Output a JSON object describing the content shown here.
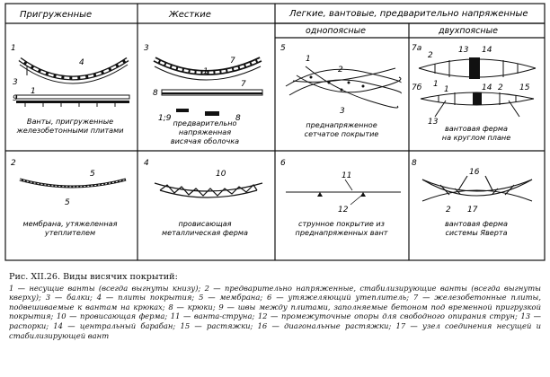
{
  "headers": {
    "col1": "Пригруженные",
    "col2": "Жесткие",
    "col3": "Легкие, вантовые, предварительно напряженные",
    "col3a": "однопоясные",
    "col3b": "двухпоясные"
  },
  "panels": [
    {
      "num": "1",
      "caption_lines": [
        "Ванты, пригруженные",
        "железобетонными плитами"
      ],
      "labels": [
        "4",
        "3",
        "1",
        "9"
      ]
    },
    {
      "num": "3",
      "caption_lines": [
        "предварительно",
        "напряженная",
        "висячая оболочка"
      ],
      "labels": [
        "1",
        "7",
        "8",
        "1;9",
        "7",
        "8"
      ]
    },
    {
      "num": "5",
      "caption_lines": [
        "преднапряженное",
        "сетчатое покрытие"
      ],
      "labels": [
        "1",
        "2",
        "3"
      ]
    },
    {
      "num": "7a",
      "caption_lines": [
        "вантовая ферма",
        "на круглом плане"
      ],
      "labels": [
        "2",
        "13",
        "14",
        "1",
        "7б",
        "1",
        "14",
        "2",
        "15",
        "13"
      ]
    },
    {
      "num": "2",
      "caption_lines": [
        "мембрана, утяжеленная",
        "утеплителем"
      ],
      "labels": [
        "5",
        "5"
      ]
    },
    {
      "num": "4",
      "caption_lines": [
        "провисающая",
        "металлическая ферма"
      ],
      "labels": [
        "10"
      ]
    },
    {
      "num": "6",
      "caption_lines": [
        "струнное покрытие из",
        "преднапряженных вант"
      ],
      "labels": [
        "11",
        "12"
      ]
    },
    {
      "num": "8",
      "caption_lines": [
        "вантовая ферма",
        "системы Яверта"
      ],
      "labels": [
        "16",
        "2",
        "17"
      ]
    }
  ],
  "caption": {
    "title": "Рис. XII.26. Виды висячих покрытий:",
    "legend": "1 — несущие ванты (всегда выгнуты книзу); 2 — предварительно напряженные, стабилизирующие ванты (всегда выгнуты кверху); 3 — балки; 4 — плиты покрытия; 5 — мембрана; 6 — утяжеляющий утеплитель; 7 — железобетонные плиты, подвешиваемые к вантам на крюках; 8 — крюки; 9 — швы между плитами, заполняемые бетоном под временной пригрузкой покрытия; 10 — провисающая ферма; 11 — ванта-струна; 12 — промежуточные опоры для свободного опирания струн; 13 — распорки; 14 — центральный барабан; 15 — растяжки; 16 — диагональные растяжки; 17 — узел соединения несущей и стабилизирующей вант"
  }
}
